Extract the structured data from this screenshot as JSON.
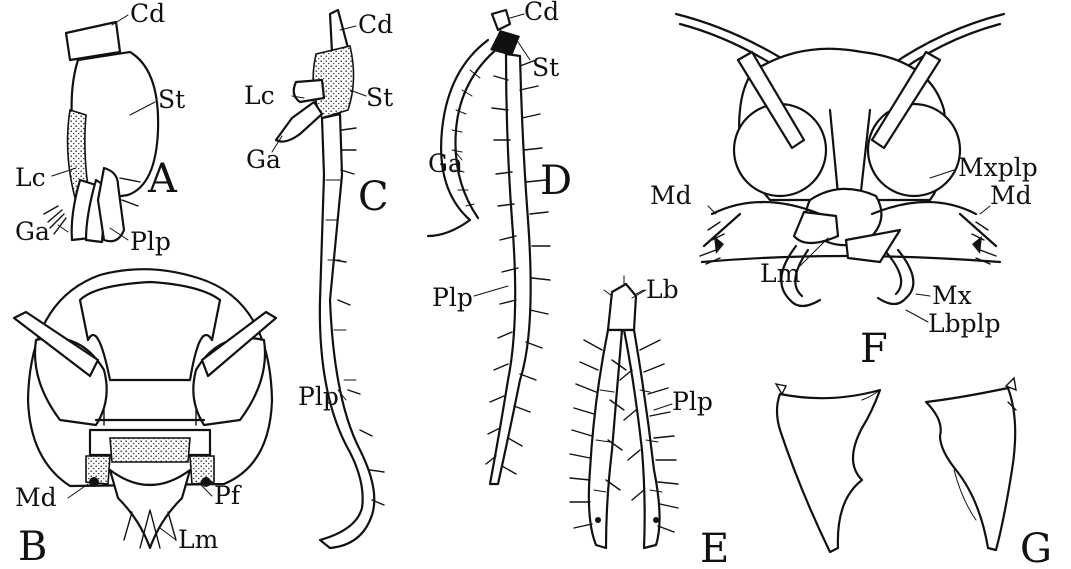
{
  "figure": {
    "panels": {
      "A": {
        "letter": "A",
        "labels": {
          "cd": "Cd",
          "st": "St",
          "lc": "Lc",
          "ga": "Ga",
          "plp": "Plp"
        }
      },
      "B": {
        "letter": "B",
        "labels": {
          "md": "Md",
          "pf": "Pf",
          "lm": "Lm"
        }
      },
      "C": {
        "letter": "C",
        "labels": {
          "cd": "Cd",
          "lc": "Lc",
          "st": "St",
          "ga": "Ga",
          "plp": "Plp"
        }
      },
      "D": {
        "letter": "D",
        "labels": {
          "cd": "Cd",
          "st": "St",
          "ga": "Ga",
          "plp": "Plp"
        }
      },
      "E": {
        "letter": "E",
        "labels": {
          "lb": "Lb",
          "plp": "Plp"
        }
      },
      "F": {
        "letter": "F",
        "labels": {
          "mxplp": "Mxplp",
          "md_left": "Md",
          "md_right": "Md",
          "lm": "Lm",
          "mx": "Mx",
          "lbplp": "Lbplp"
        }
      },
      "G": {
        "letter": "G"
      }
    }
  }
}
